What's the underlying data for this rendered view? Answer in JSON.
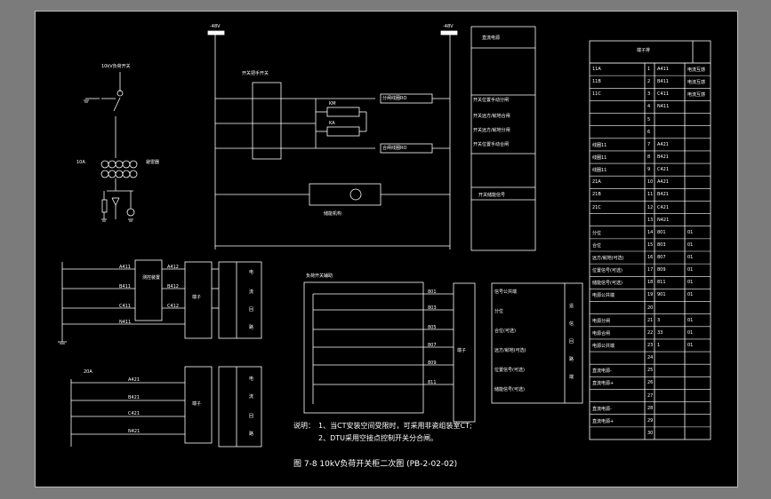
{
  "drawing": {
    "colors": {
      "background": "#000000",
      "line": "#ffffff",
      "frame": "#7b7b7b"
    },
    "top_left": {
      "switch_label": "10kV负荷开关",
      "ct_label": "10A",
      "arrester_label": "避雷器"
    },
    "control": {
      "bus_left": "-48V",
      "bus_right": "-48V",
      "handle_label": "开关把手开关",
      "coil_label_1": "KM",
      "coil_label_2": "KA",
      "close_coil": "分闸线圈RO",
      "open_coil": "合闸线圈RO",
      "motor_label": "储能机构"
    },
    "signal_column": {
      "header": "直流电源",
      "rows": [
        "开关位置手动分闸",
        "开关远方/就地合闸",
        "开关远方/就地分闸",
        "开关位置手动合闸",
        "开关储能信号"
      ]
    },
    "right_table": {
      "header": "端子排",
      "rows": [
        [
          "11A",
          "1",
          "A411",
          "电流互感"
        ],
        [
          "11B",
          "2",
          "B411",
          "电流互感"
        ],
        [
          "11C",
          "3",
          "C411",
          "电流互感"
        ],
        [
          "",
          "4",
          "N411",
          ""
        ],
        [
          "",
          "5",
          "",
          ""
        ],
        [
          "",
          "6",
          "",
          ""
        ],
        [
          "线圈11",
          "7",
          "A421",
          ""
        ],
        [
          "线圈11",
          "8",
          "B421",
          ""
        ],
        [
          "线圈11",
          "9",
          "C421",
          ""
        ],
        [
          "21A",
          "10",
          "A421",
          ""
        ],
        [
          "21B",
          "11",
          "B421",
          ""
        ],
        [
          "21C",
          "12",
          "C421",
          ""
        ],
        [
          "",
          "13",
          "N421",
          ""
        ],
        [
          "分位",
          "14",
          "801",
          "01"
        ],
        [
          "合位",
          "15",
          "803",
          "01"
        ],
        [
          "远方/就地(可选)",
          "16",
          "807",
          "01"
        ],
        [
          "位置信号(可选)",
          "17",
          "809",
          "01"
        ],
        [
          "储能信号(可选)",
          "18",
          "811",
          "01"
        ],
        [
          "电源公共端",
          "19",
          "901",
          "01"
        ],
        [
          "",
          "20",
          "",
          ""
        ],
        [
          "电源分闸",
          "21",
          "3",
          "01"
        ],
        [
          "电源合闸",
          "22",
          "33",
          "01"
        ],
        [
          "电源公共端",
          "23",
          "1",
          "01"
        ],
        [
          "",
          "24",
          "",
          ""
        ],
        [
          "直流电源-",
          "25",
          "",
          ""
        ],
        [
          "直流电源+",
          "26",
          "",
          ""
        ],
        [
          "",
          "27",
          "",
          ""
        ],
        [
          "直流电源-",
          "28",
          "",
          ""
        ],
        [
          "直流电源+",
          "29",
          "",
          ""
        ],
        [
          "",
          "30",
          "",
          ""
        ]
      ]
    },
    "ct_block_1": {
      "inputs": [
        "A411",
        "B411",
        "C411",
        "N411"
      ],
      "box": "测控装置",
      "outputs": [
        "A412",
        "B412",
        "C412"
      ],
      "term": "端子",
      "labels": [
        "电",
        "流",
        "回",
        "路"
      ]
    },
    "ct_block_2": {
      "label_top": "20A",
      "inputs": [
        "A421",
        "B421",
        "C421",
        "N421"
      ],
      "term": "端子",
      "labels": [
        "电",
        "流",
        "回",
        "路"
      ]
    },
    "aux_contacts": {
      "label": "负荷开关辅助",
      "outputs": [
        "801",
        "803",
        "805",
        "807",
        "809",
        "811"
      ],
      "term": "端子"
    },
    "signal_table": {
      "rows": [
        "信号公共端",
        "分位",
        "合位(可选)",
        "远方/就地(可选)",
        "位置信号(可选)",
        "储能信号(可选)"
      ],
      "side": [
        "遥",
        "信",
        "回",
        "路",
        "端"
      ]
    },
    "notes": {
      "title": "说明：",
      "line1": "1、当CT安装空间受限时，可采用非瓷组装室CT;",
      "line2": "2、DTU采用空接点控制开关分合闸。"
    },
    "caption": "图 7-8 10kV负荷开关柜二次图 (PB-2-02-02)"
  }
}
